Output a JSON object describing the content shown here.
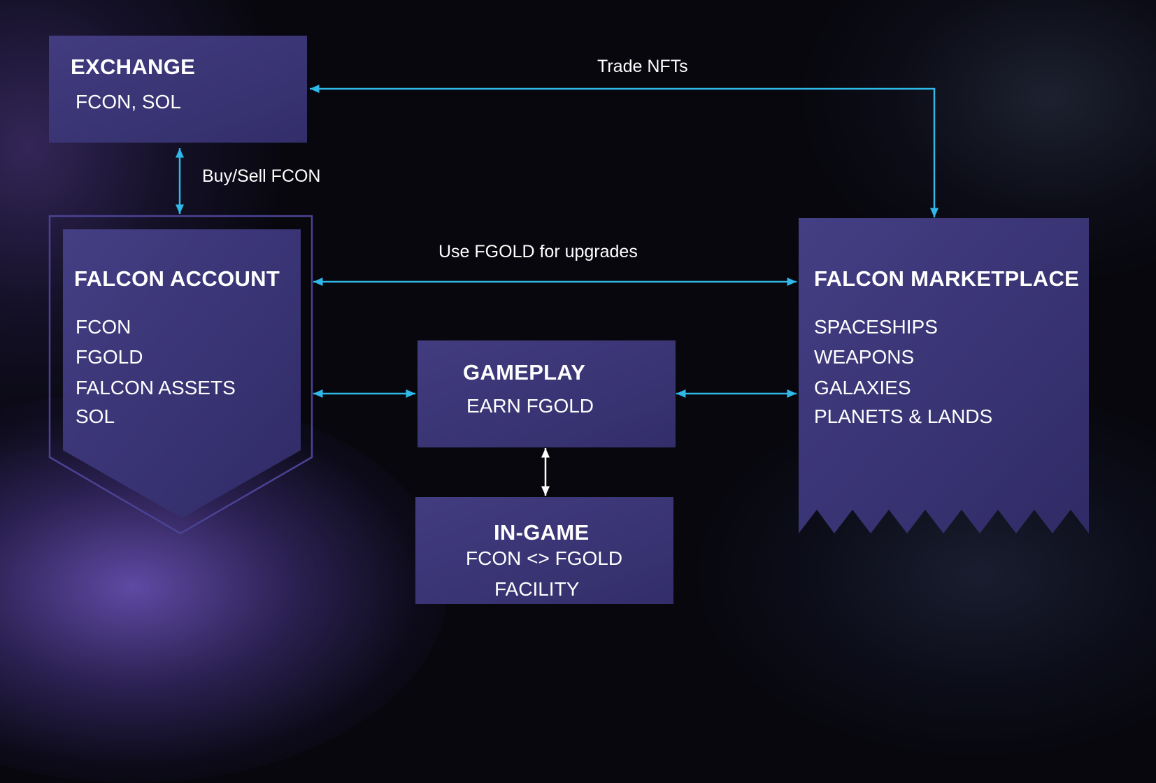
{
  "exchange": {
    "title": "EXCHANGE",
    "subtitle": "FCON, SOL"
  },
  "account": {
    "title": "FALCON ACCOUNT",
    "items": [
      "FCON",
      "FGOLD",
      "FALCON ASSETS",
      "SOL"
    ]
  },
  "gameplay": {
    "title": "GAMEPLAY",
    "subtitle": "EARN FGOLD"
  },
  "ingame": {
    "title": "IN-GAME",
    "lines": [
      "FCON <> FGOLD",
      "FACILITY"
    ]
  },
  "marketplace": {
    "title": "FALCON MARKETPLACE",
    "items": [
      "SPACESHIPS",
      "WEAPONS",
      "GALAXIES",
      "PLANETS & LANDS"
    ]
  },
  "edges": {
    "trade_nfts": "Trade NFTs",
    "buy_sell_fcon": "Buy/Sell FCON",
    "use_fgold": "Use FGOLD for upgrades"
  },
  "colors": {
    "box_fill": "#3b3574",
    "arrow": "#2fb8e8",
    "background": "#07070d"
  }
}
